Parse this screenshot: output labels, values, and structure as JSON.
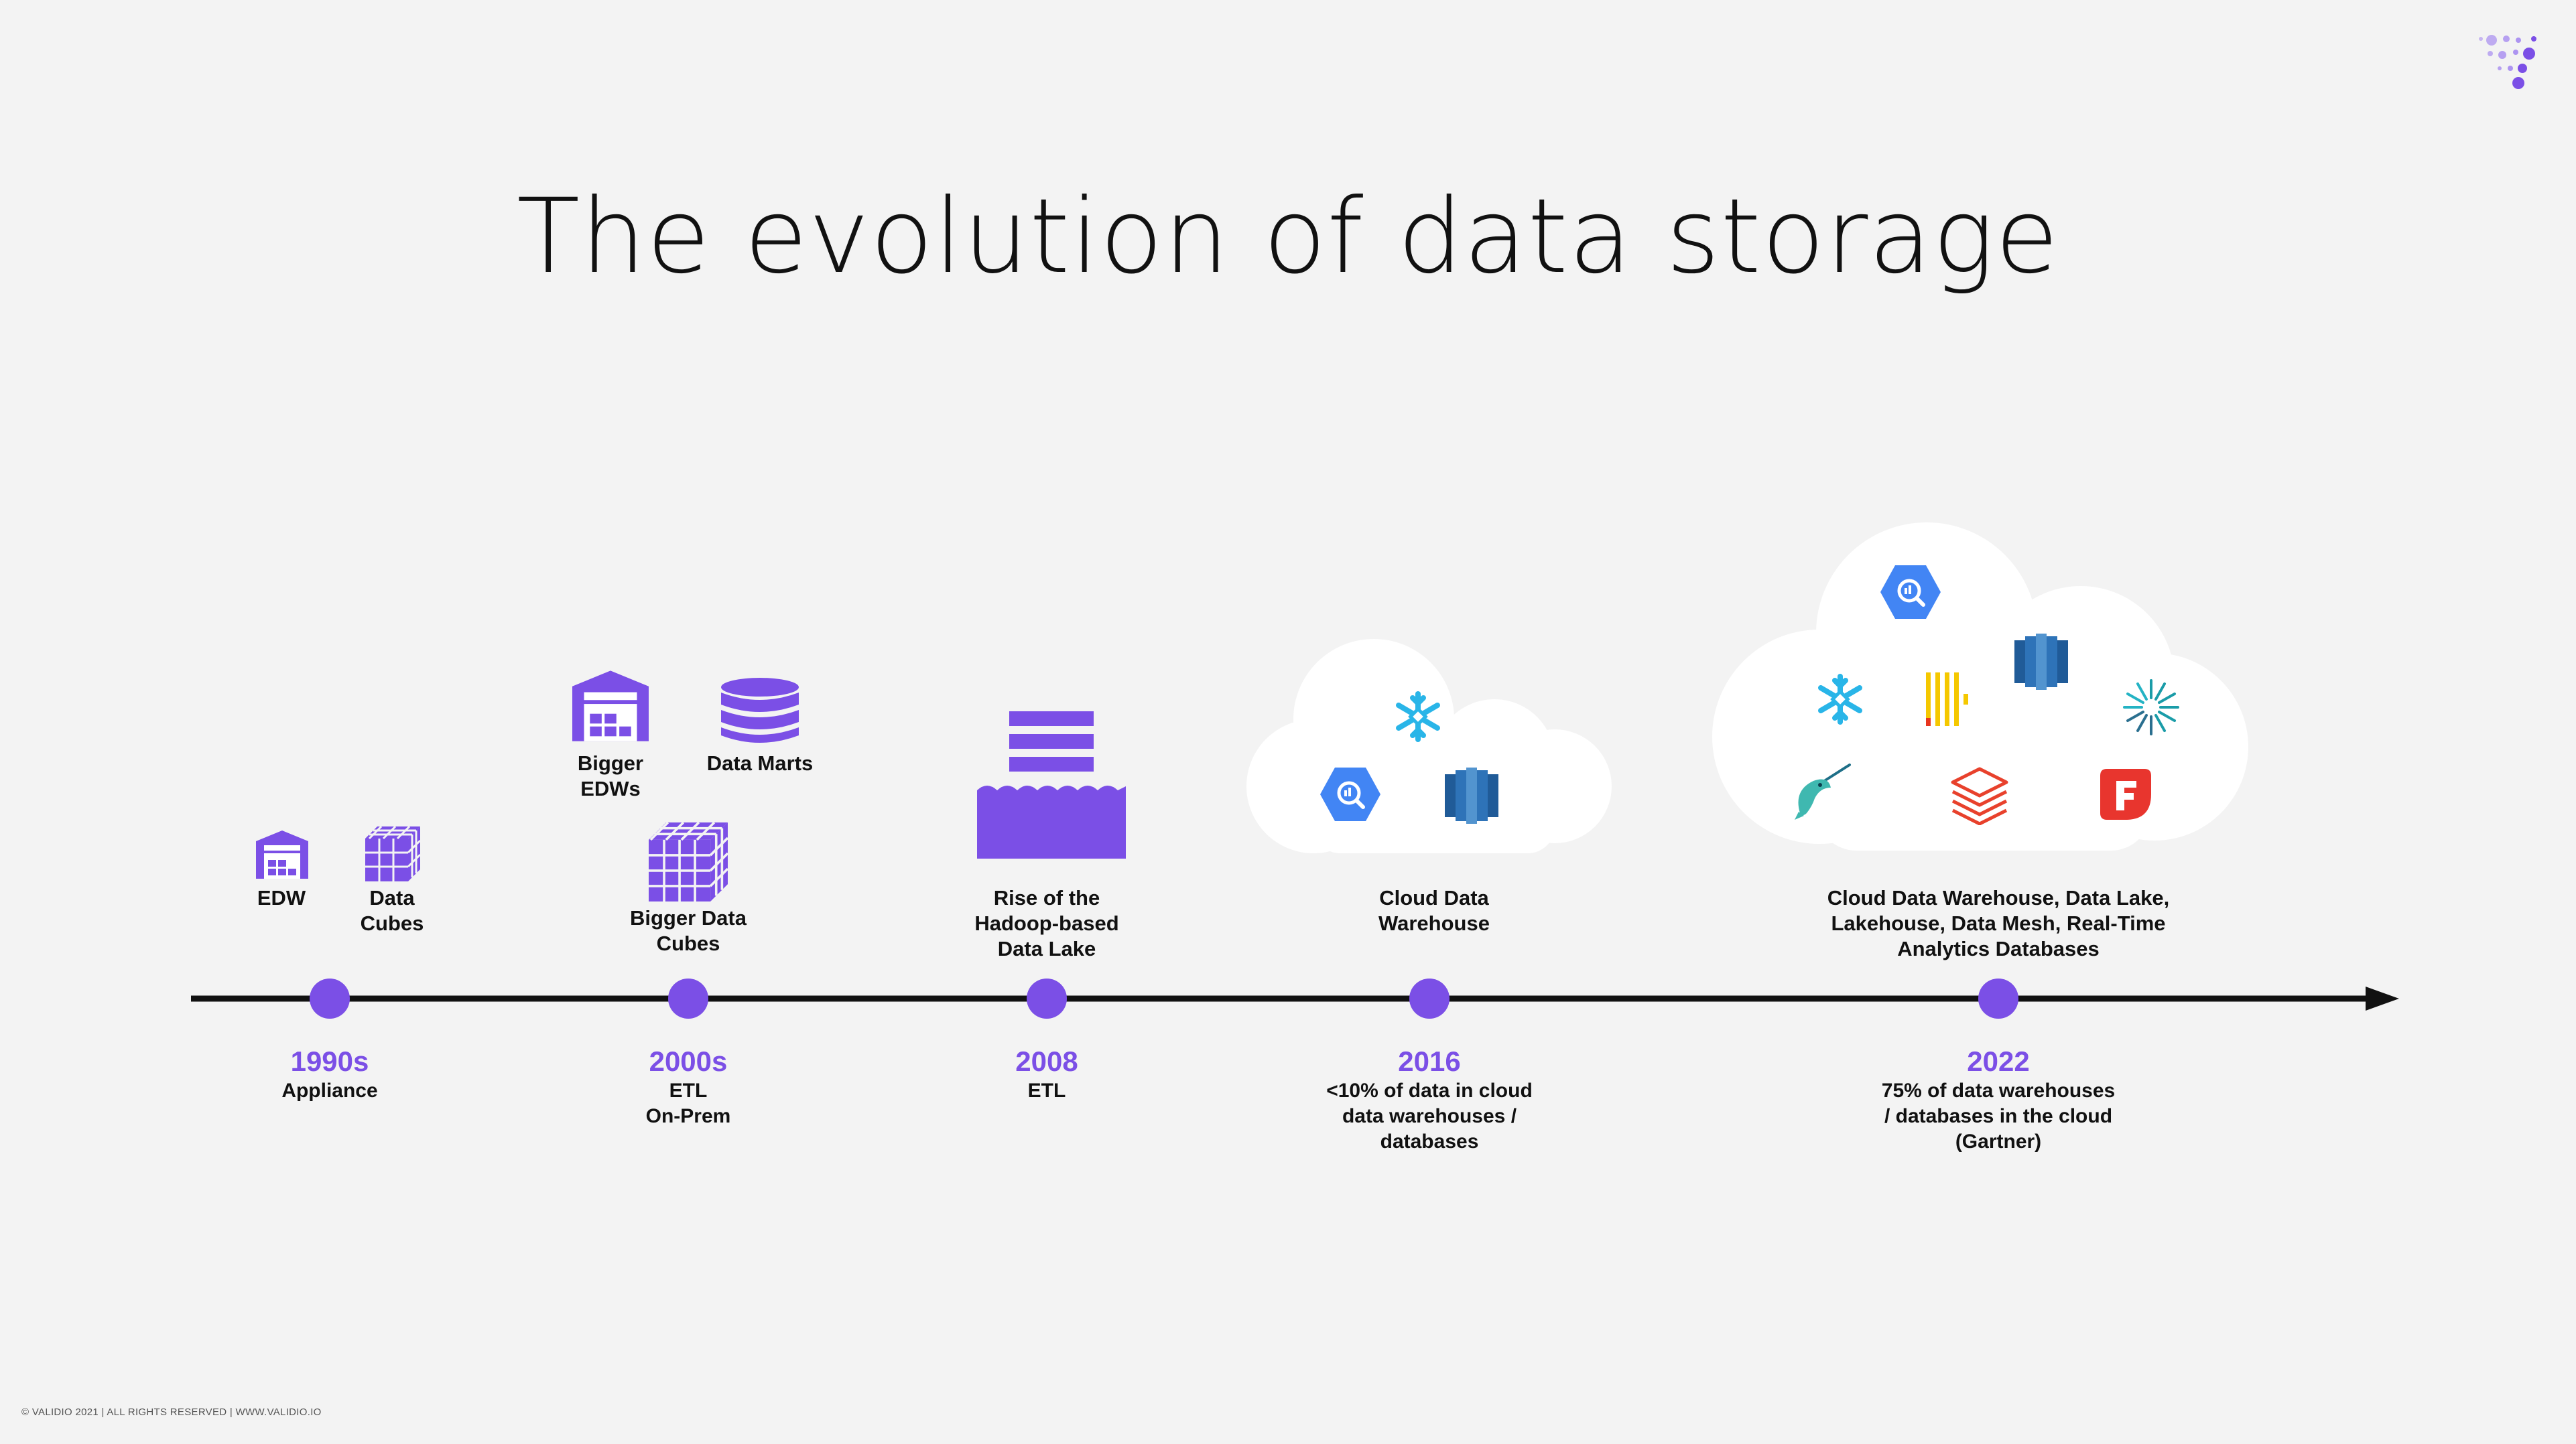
{
  "title": "The evolution of data storage",
  "footer": "© VALIDIO 2021 | ALL RIGHTS RESERVED | WWW.VALIDIO.IO",
  "colors": {
    "accent": "#7b4fe6",
    "axis": "#111111",
    "background": "#f3f3f3",
    "cloud": "#ffffff"
  },
  "eras": [
    {
      "year": "1990s",
      "sub": [
        "Appliance"
      ],
      "items": [
        {
          "label": [
            "EDW"
          ],
          "icon": "warehouse-icon"
        },
        {
          "label": [
            "Data",
            "Cubes"
          ],
          "icon": "cube-grid-icon"
        }
      ]
    },
    {
      "year": "2000s",
      "sub": [
        "ETL",
        "On-Prem"
      ],
      "items": [
        {
          "label": [
            "Bigger",
            "EDWs"
          ],
          "icon": "warehouse-icon"
        },
        {
          "label": [
            "Data Marts"
          ],
          "icon": "database-icon"
        },
        {
          "label": [
            "Bigger Data",
            "Cubes"
          ],
          "icon": "cube-grid-icon"
        }
      ]
    },
    {
      "year": "2008",
      "sub": [
        "ETL"
      ],
      "items": [
        {
          "label": [
            "Rise of the",
            "Hadoop-based",
            "Data Lake"
          ],
          "icon": "data-lake-icon"
        }
      ]
    },
    {
      "year": "2016",
      "sub": [
        "<10% of data in cloud",
        "data warehouses /",
        "databases"
      ],
      "items": [
        {
          "label": [
            "Cloud Data",
            "Warehouse"
          ],
          "icon": "cloud-icon"
        }
      ]
    },
    {
      "year": "2022",
      "sub": [
        "75% of data warehouses",
        "/ databases in the cloud",
        "(Gartner)"
      ],
      "items": [
        {
          "label": [
            "Cloud Data Warehouse, Data Lake,",
            "Lakehouse, Data Mesh, Real-Time",
            "Analytics Databases"
          ],
          "icon": "cloud-icon"
        }
      ]
    }
  ],
  "cloud_logos_2016": [
    "snowflake-icon",
    "bigquery-icon",
    "redshift-icon"
  ],
  "cloud_logos_2022": [
    "bigquery-icon",
    "snowflake-icon",
    "clickhouse-icon",
    "redshift-icon",
    "starburst-icon",
    "narwhal-icon",
    "databricks-icon",
    "firebolt-icon"
  ]
}
